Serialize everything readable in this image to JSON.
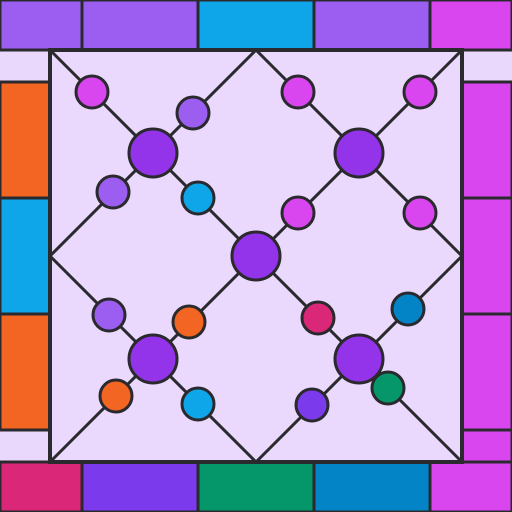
{
  "palette": {
    "violet": "#9b5ef0",
    "blue": "#0ea5e9",
    "magenta": "#d946ef",
    "orange": "#f26522",
    "crimson": "#db2777",
    "indigo": "#7c3aed",
    "green": "#059669",
    "ocean": "#0284c7",
    "purple": "#9333ea",
    "board": "#ead9fc",
    "ink": "#2a2a2e"
  },
  "border": {
    "top": [
      "violet",
      "violet",
      "blue",
      "violet",
      "magenta"
    ],
    "right": [
      "magenta",
      "magenta",
      "magenta",
      "magenta"
    ],
    "bottom": [
      "crimson",
      "indigo",
      "green",
      "ocean",
      "magenta"
    ],
    "left": [
      "orange",
      "blue",
      "orange"
    ]
  },
  "board": {
    "hubs": [
      {
        "id": "hub-top-left",
        "color": "purple"
      },
      {
        "id": "hub-top-right",
        "color": "purple"
      },
      {
        "id": "hub-center",
        "color": "purple"
      },
      {
        "id": "hub-bottom-left",
        "color": "purple"
      },
      {
        "id": "hub-bottom-right",
        "color": "purple"
      }
    ],
    "pieces": [
      {
        "id": "piece-1",
        "color": "magenta"
      },
      {
        "id": "piece-2",
        "color": "violet"
      },
      {
        "id": "piece-3",
        "color": "violet"
      },
      {
        "id": "piece-4",
        "color": "blue"
      },
      {
        "id": "piece-5",
        "color": "magenta"
      },
      {
        "id": "piece-6",
        "color": "magenta"
      },
      {
        "id": "piece-7",
        "color": "magenta"
      },
      {
        "id": "piece-8",
        "color": "magenta"
      },
      {
        "id": "piece-9",
        "color": "violet"
      },
      {
        "id": "piece-10",
        "color": "orange"
      },
      {
        "id": "piece-11",
        "color": "orange"
      },
      {
        "id": "piece-12",
        "color": "blue"
      },
      {
        "id": "piece-13",
        "color": "crimson"
      },
      {
        "id": "piece-14",
        "color": "ocean"
      },
      {
        "id": "piece-15",
        "color": "green"
      },
      {
        "id": "piece-16",
        "color": "indigo"
      }
    ]
  }
}
